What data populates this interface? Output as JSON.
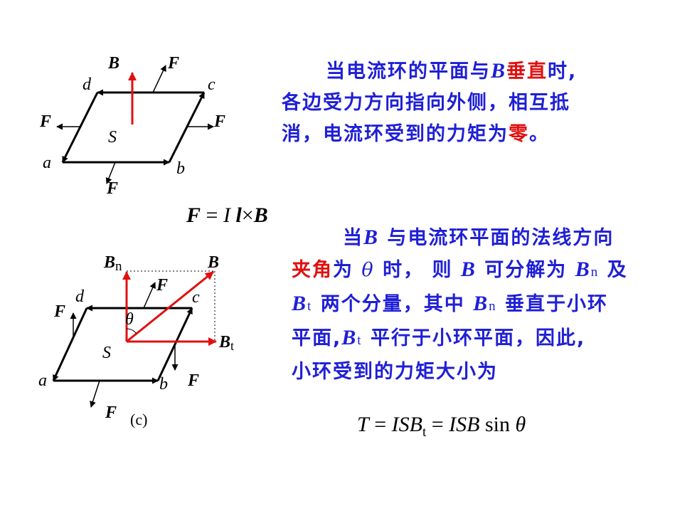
{
  "diagram_top": {
    "label_B": "B",
    "label_F_top": "F",
    "label_F_left": "F",
    "label_F_right": "F",
    "label_F_bottom": "F",
    "corner_a": "a",
    "corner_b": "b",
    "corner_c": "c",
    "corner_d": "d",
    "area_S": "S"
  },
  "formula_force": {
    "lhs": "F",
    "eq": " = ",
    "I": "I",
    "l": "l",
    "times": "×",
    "B": "B"
  },
  "diagram_bottom": {
    "label_Bn_main": "B",
    "label_Bn_sub": "n",
    "label_B": "B",
    "label_Bt_main": "B",
    "label_Bt_sub": "t",
    "label_F_top": "F",
    "label_F_left": "F",
    "label_F_right": "F",
    "label_F_bottom": "F",
    "theta": "θ",
    "corner_a": "a",
    "corner_b": "b",
    "corner_c": "c",
    "corner_d": "d",
    "area_S": "S",
    "caption": "(c)"
  },
  "text_top": {
    "l1_a": "当电流环的平面与",
    "l1_B": "B",
    "l1_red": "垂直",
    "l1_b": "时,",
    "l2": "各边受力方向指向外侧，相互抵",
    "l3_a": "消，电流环受到的力矩为",
    "l3_red": "零",
    "l3_b": "。"
  },
  "text_bottom": {
    "l1_a": "当",
    "l1_B": "B",
    "l1_b": " 与电流环平面的法线方向",
    "l2_red": "夹角",
    "l2_a": "为 ",
    "l2_theta": "θ",
    "l2_b": " 时， 则 ",
    "l2_B": "B",
    "l2_c": " 可分解为 ",
    "l2_Bn": "B",
    "l2_Bn_sub": "n",
    "l2_d": " 及",
    "l3_Bt": "B",
    "l3_Bt_sub": "t",
    "l3_a": " 两个分量，其中 ",
    "l3_Bn": "B",
    "l3_Bn_sub": "n",
    "l3_b": " 垂直于小环",
    "l4_a": "平面,",
    "l4_Bt": "B",
    "l4_Bt_sub": "t",
    "l4_b": " 平行于小环平面，因此,",
    "l5": "小环受到的力矩大小为"
  },
  "formula_torque": {
    "T": "T",
    "eq1": " = ",
    "ISB": "ISB",
    "sub_t": "t",
    "eq2": " = ",
    "ISB2": "ISB",
    "sin": " sin ",
    "theta": "θ"
  },
  "colors": {
    "text_blue": "#1f1fd6",
    "accent_red": "#e01010",
    "line_black": "#000000"
  }
}
